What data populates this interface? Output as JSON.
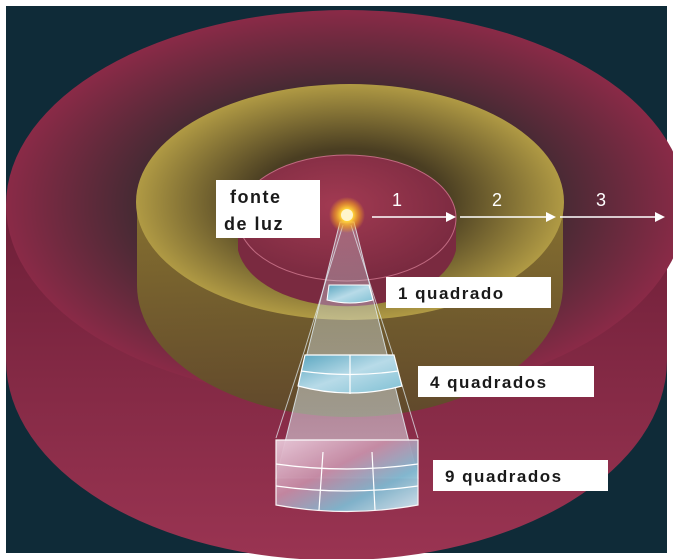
{
  "diagram": {
    "source_label_line1": "fonte",
    "source_label_line2": "de luz",
    "distances": [
      "1",
      "2",
      "3"
    ],
    "area_labels": [
      "1 quadrado",
      "4 quadrados",
      "9 quadrados"
    ],
    "colors": {
      "background": "#0f2b38",
      "outer_ring": "#8a2a47",
      "middle_ring": "#a08a3a",
      "inner_disc": "#8b2e45",
      "cone": "#c8e4f0",
      "arrow": "#ffffff"
    }
  }
}
